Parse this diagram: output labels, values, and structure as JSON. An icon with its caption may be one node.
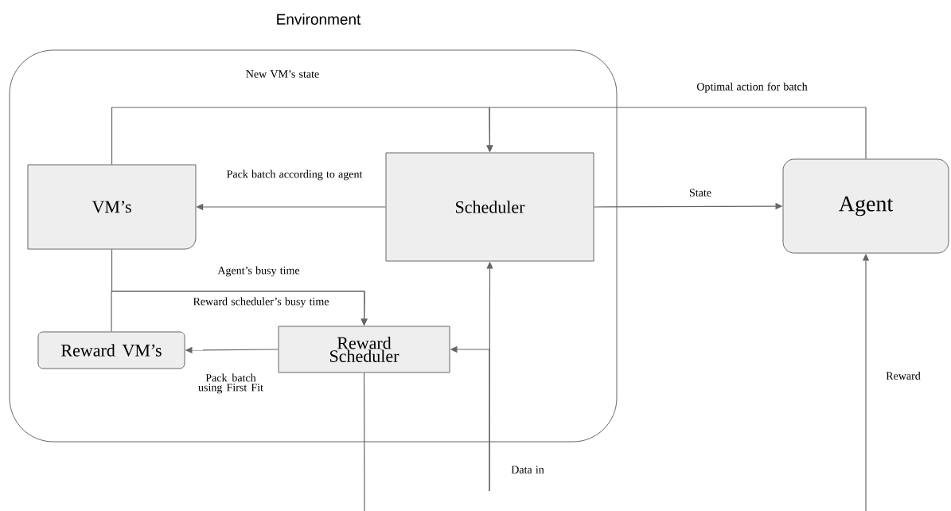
{
  "diagram": {
    "nodes": [
      {
        "text": [
          "Environment"
        ]
      },
      {
        "text": [
          "VM’s"
        ],
        "in": 0
      },
      {
        "text": [
          "Scheduler"
        ],
        "in": 0
      },
      {
        "text": [
          "Agent"
        ]
      },
      {
        "text": [
          "Reward VM’s"
        ],
        "in": 0
      },
      {
        "text": [
          "Reward Scheduler"
        ],
        "in": 0
      }
    ],
    "edges": [
      {
        "from": 1,
        "to": 2,
        "arrow": "to",
        "label": "New VM’s state"
      },
      {
        "from": 3,
        "to": 2,
        "arrow": "to",
        "label": "Optimal action for batch"
      },
      {
        "from": 2,
        "to": 1,
        "arrow": "to",
        "label": "Pack batch according to agent"
      },
      {
        "from": 2,
        "to": 3,
        "arrow": "to",
        "label": "State"
      },
      {
        "from": 1,
        "to": 5,
        "arrow": "to",
        "label": "Agent’s busy time"
      },
      {
        "from": 4,
        "to": 5,
        "arrow": "to",
        "label": "Reward scheduler’s busy time"
      },
      {
        "from": 5,
        "to": 4,
        "arrow": "to",
        "label": "Pack batch using First Fit"
      },
      {
        "from": null,
        "to": 2,
        "arrow": "to",
        "label": "Data in"
      },
      {
        "from": null,
        "to": 5,
        "arrow": "to"
      },
      {
        "from": 5,
        "to": null,
        "arrow": "none"
      },
      {
        "from": null,
        "to": 3,
        "arrow": "to",
        "label": "Reward"
      }
    ]
  }
}
